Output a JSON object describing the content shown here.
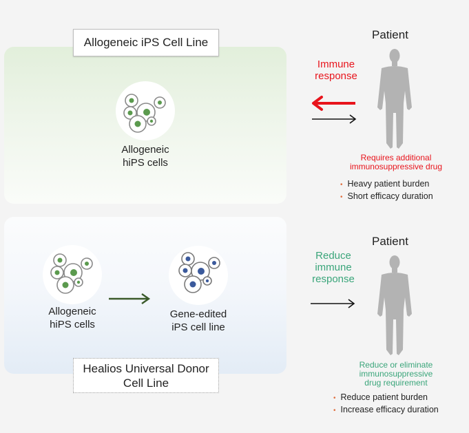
{
  "top_section": {
    "title": "Allogeneic iPS Cell Line",
    "cells_caption_line1": "Allogeneic",
    "cells_caption_line2": "hiPS cells",
    "arrow_label_line1": "Immune",
    "arrow_label_line2": "response",
    "patient_label": "Patient",
    "outcome_line1": "Requires additional",
    "outcome_line2": "immunosuppressive drug",
    "bullets": [
      "Heavy patient burden",
      "Short efficacy duration"
    ]
  },
  "bottom_section": {
    "title_line1": "Healios Universal Donor",
    "title_line2": "Cell Line",
    "source_caption_line1": "Allogeneic",
    "source_caption_line2": "hiPS cells",
    "target_caption_line1": "Gene-edited",
    "target_caption_line2": "iPS cell line",
    "arrow_label_line1": "Reduce",
    "arrow_label_line2": "immune",
    "arrow_label_line3": "response",
    "patient_label": "Patient",
    "outcome_line1": "Reduce or eliminate",
    "outcome_line2": "immunosuppressive",
    "outcome_line3": "drug requirement",
    "bullets": [
      "Reduce patient burden",
      "Increase efficacy duration"
    ]
  },
  "colors": {
    "immune_red": "#e8141c",
    "reduce_green": "#3aa57a",
    "allogeneic_nucleus": "#5b9a4e",
    "edited_nucleus": "#3b5a9c",
    "bullet_orange": "#e07040",
    "arrow_green": "#3a5a2a",
    "patient_gray": "#b3b3b3"
  }
}
